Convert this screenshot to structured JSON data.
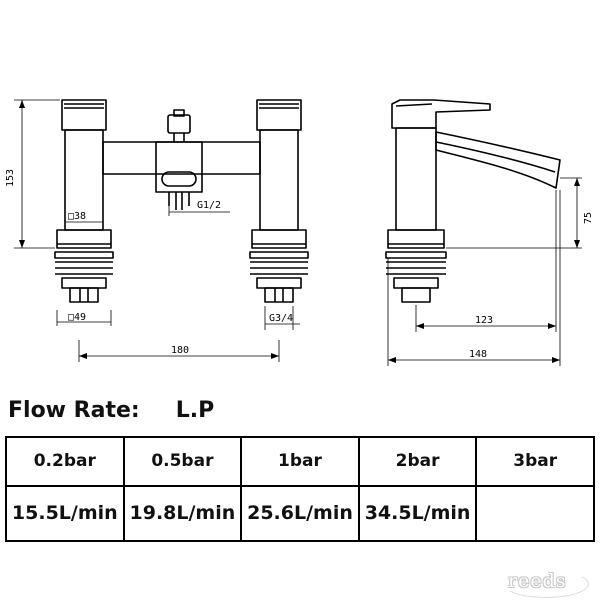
{
  "drawing": {
    "dimensions": {
      "height_total": "153",
      "inlet_square": "□38",
      "base_square": "□49",
      "outlet_thread": "G1/2",
      "inlet_thread": "G3/4",
      "centres": "180",
      "spout_height": "75",
      "spout_reach": "123",
      "overall_depth": "148"
    }
  },
  "flow": {
    "heading": "Flow Rate:",
    "mode": "L.P",
    "pressures": [
      "0.2bar",
      "0.5bar",
      "1bar",
      "2bar",
      "3bar"
    ],
    "rates": [
      "15.5L/min",
      "19.8L/min",
      "25.6L/min",
      "34.5L/min",
      ""
    ]
  },
  "watermark": "reeds"
}
